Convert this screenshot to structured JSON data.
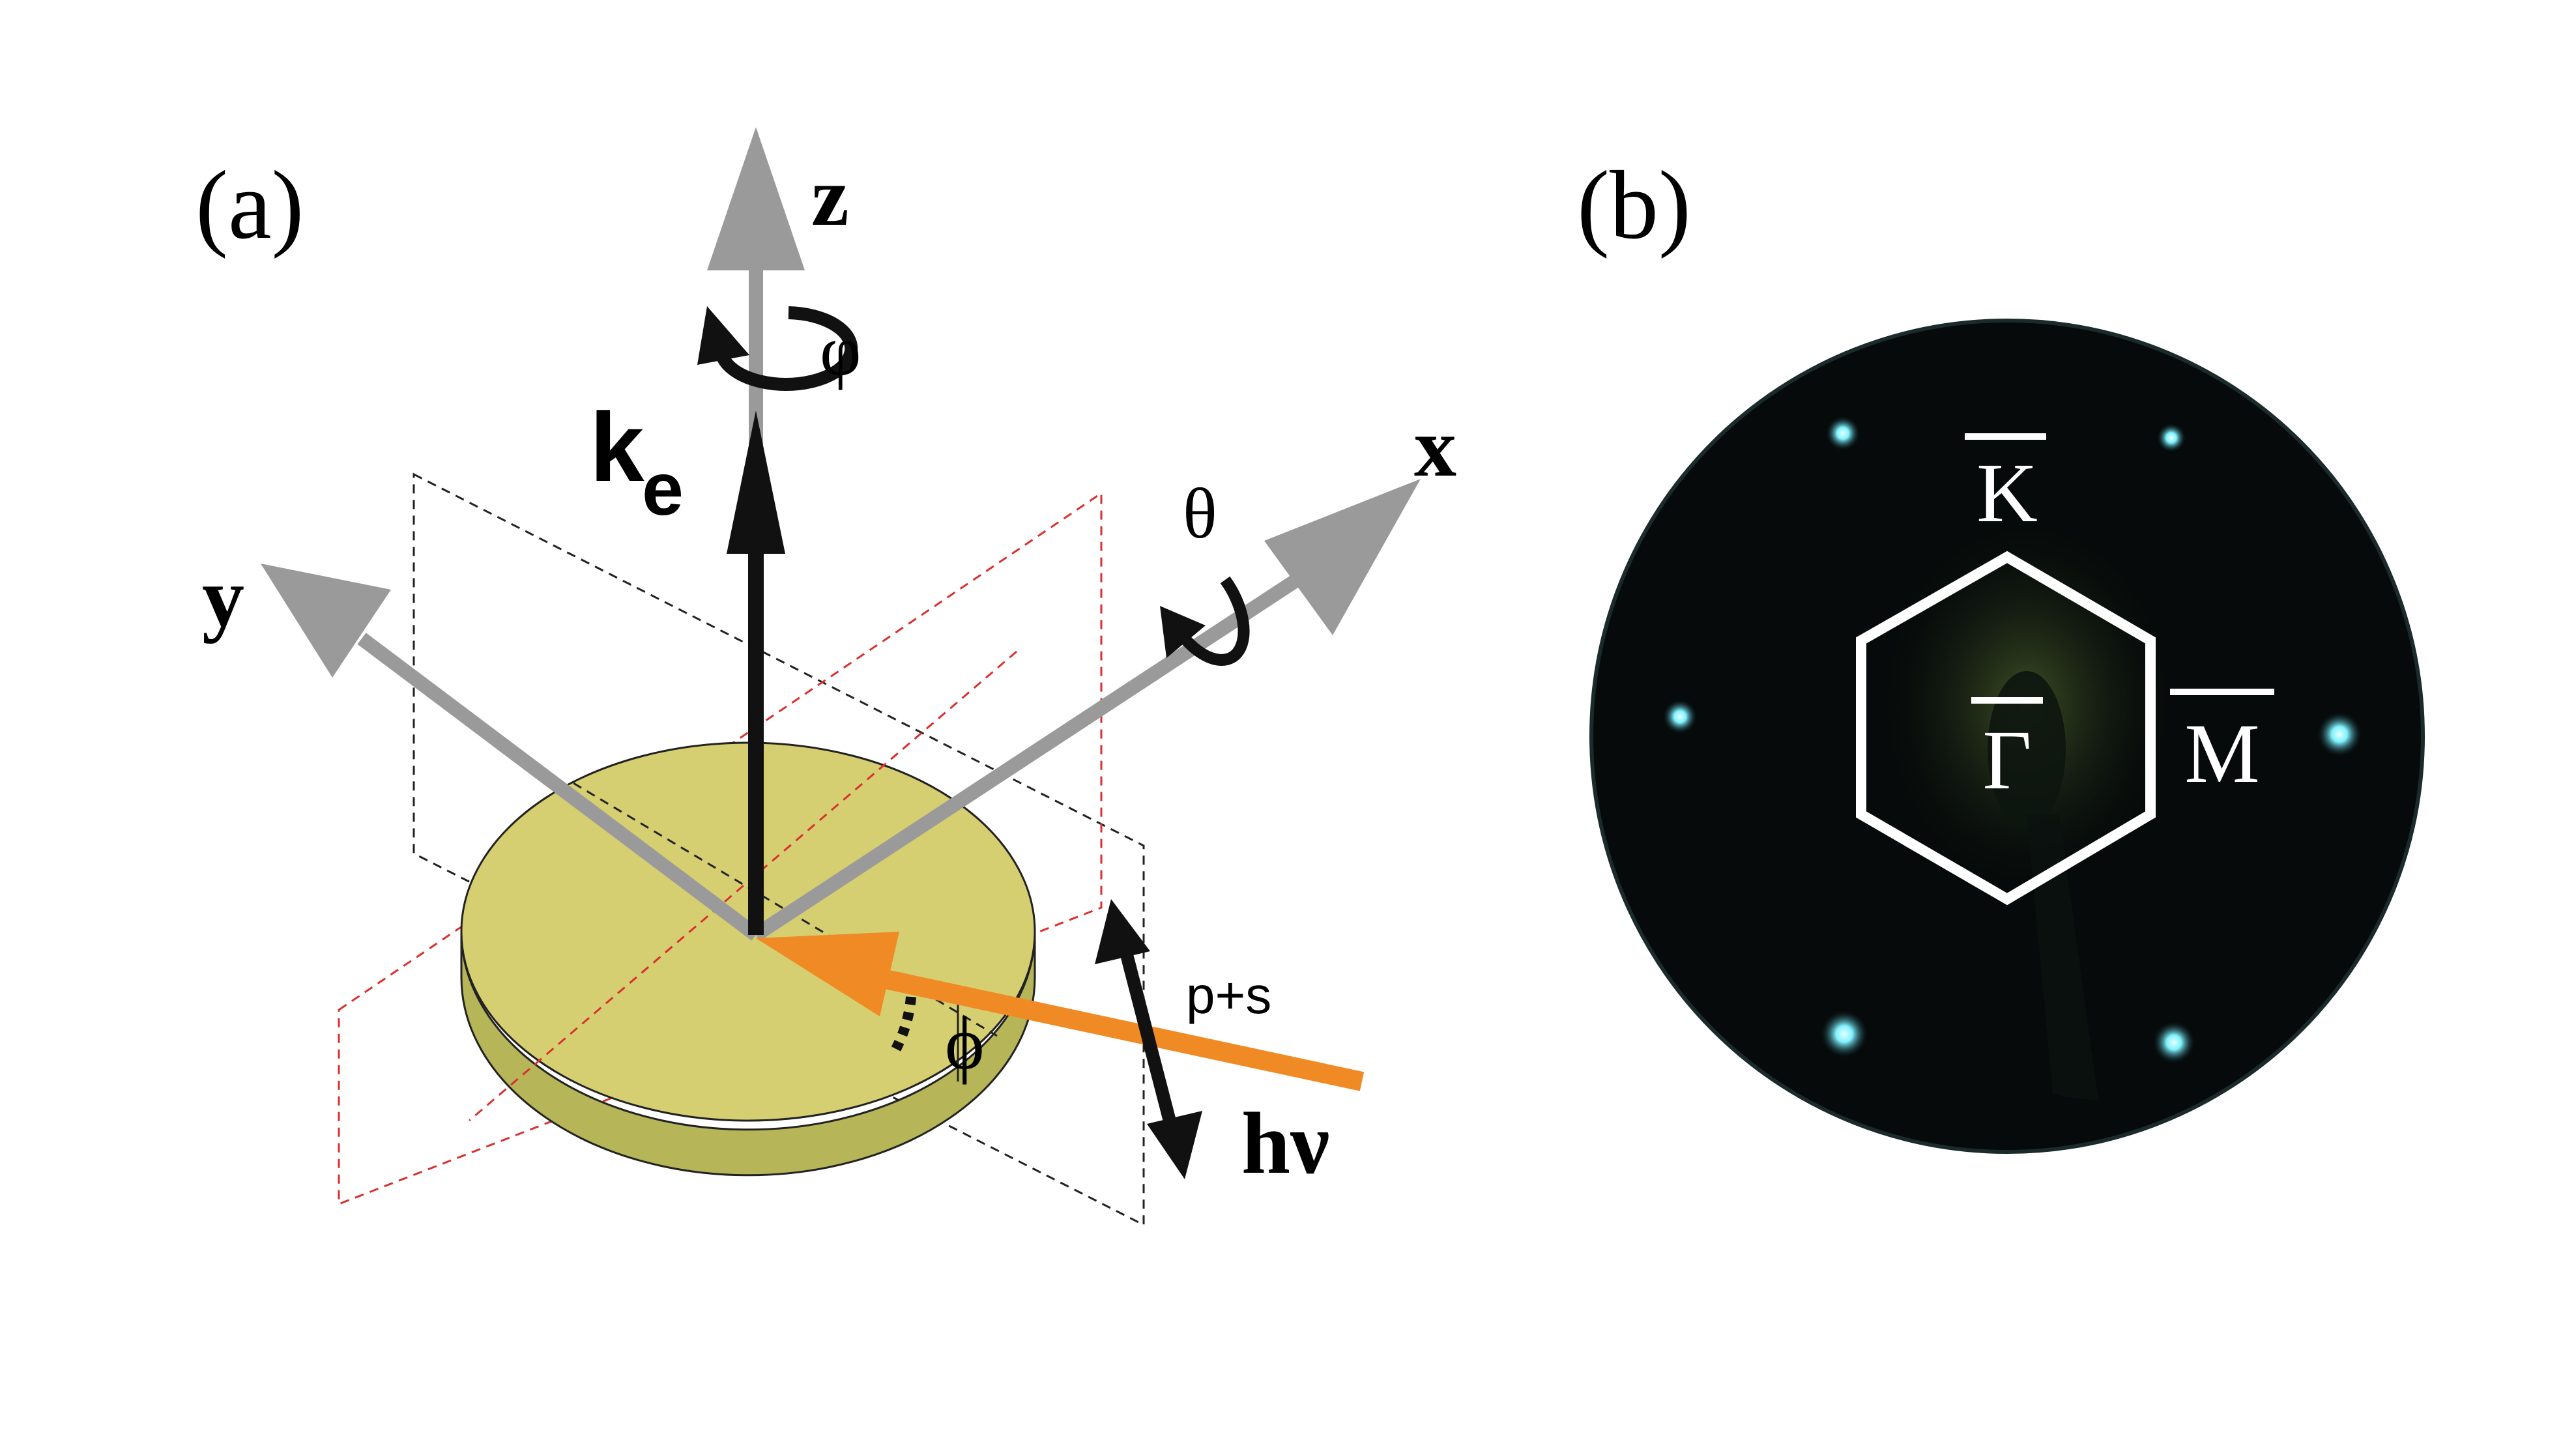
{
  "panel_a": {
    "label": "(a)",
    "axis_z": "z",
    "axis_x": "x",
    "axis_y": "y",
    "rot_phi": "φ",
    "rot_theta": "θ",
    "ke_main": "k",
    "ke_sub": "e",
    "angle_phi": "ϕ",
    "polarization": "p+s",
    "photon": "hν"
  },
  "panel_b": {
    "label": "(b)",
    "point_K": "K",
    "point_Gamma": "Γ",
    "point_M": "M"
  },
  "colors": {
    "axis_gray": "#9a9a9a",
    "sample_top": "#d6cf72",
    "sample_side": "#b6b558",
    "photon_orange": "#f08a24",
    "red_plane": "#d93030",
    "leed_bg": "#060a0a",
    "leed_spot": "#7ff2ff"
  }
}
